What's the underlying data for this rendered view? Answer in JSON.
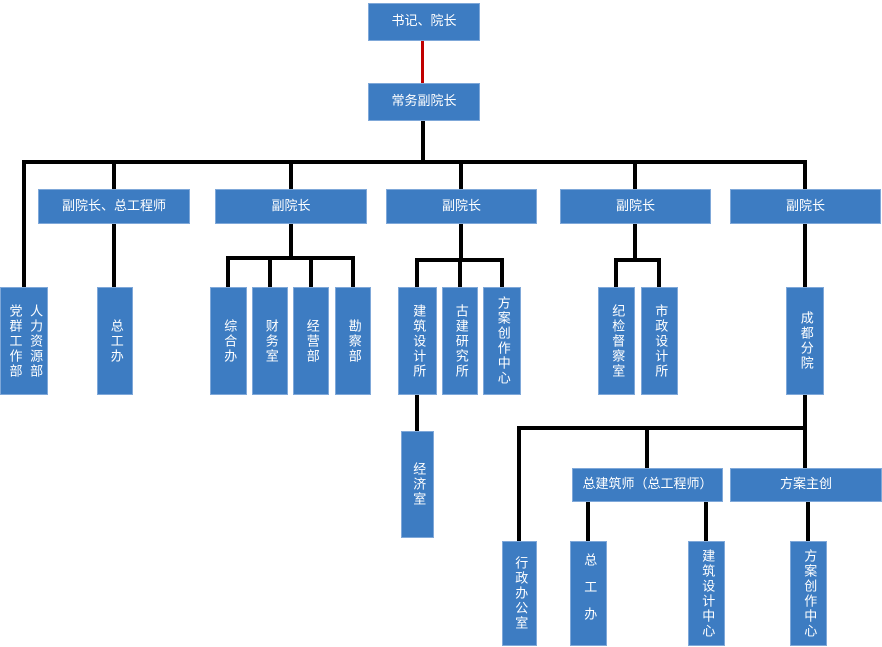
{
  "diagram": {
    "type": "organization-chart",
    "colors": {
      "box_fill": "#3D7CC2",
      "box_border": "#7FA8D9",
      "box_text": "#FFFFFF",
      "connector": "#000000",
      "top_connector_highlight": "#C00000"
    },
    "nodes": {
      "secretary_president": "书记、院长",
      "executive_vice_president": "常务副院长",
      "vp_chief_engineer": "副院长、总工程师",
      "vp2": "副院长",
      "vp3": "副院长",
      "vp4": "副院长",
      "vp5": "副院长",
      "party_mass_dept": "党群工作部",
      "hr_dept": "人力资源部",
      "chief_engineer_office": "总工办",
      "general_office": "综合办",
      "finance_office": "财务室",
      "operations_dept": "经营部",
      "survey_dept": "勘察部",
      "architecture_design_institute": "建筑设计所",
      "ancient_architecture_institute": "古建研究所",
      "scheme_creation_center": "方案创作中心",
      "discipline_inspection_office": "纪检督察室",
      "municipal_design_institute": "市政设计所",
      "chengdu_branch": "成都分院",
      "economics_office": "经济室",
      "chief_architect": "总建筑师（总工程师）",
      "scheme_lead": "方案主创",
      "admin_office": "行政办公室",
      "chief_engineer_office_branch": "总工办",
      "architecture_design_center": "建筑设计中心",
      "scheme_creation_center_branch": "方案创作中心"
    },
    "hierarchy_note": "书记、院长 > 常务副院长 > [党群工作部/人力资源部, 副院长、总工程师, 副院长×4]; 副院长、总工程师 > 总工办; 副院长(1) > 综合办/财务室/经营部/勘察部; 副院长(2) > 建筑设计所(>经济室)/古建研究所/方案创作中心; 副院长(3) > 纪检督察室/市政设计所; 副院长(4) > 成都分院 > [行政办公室, 总建筑师（总工程师）> 总工办/建筑设计中心, 方案主创 > 方案创作中心]"
  }
}
